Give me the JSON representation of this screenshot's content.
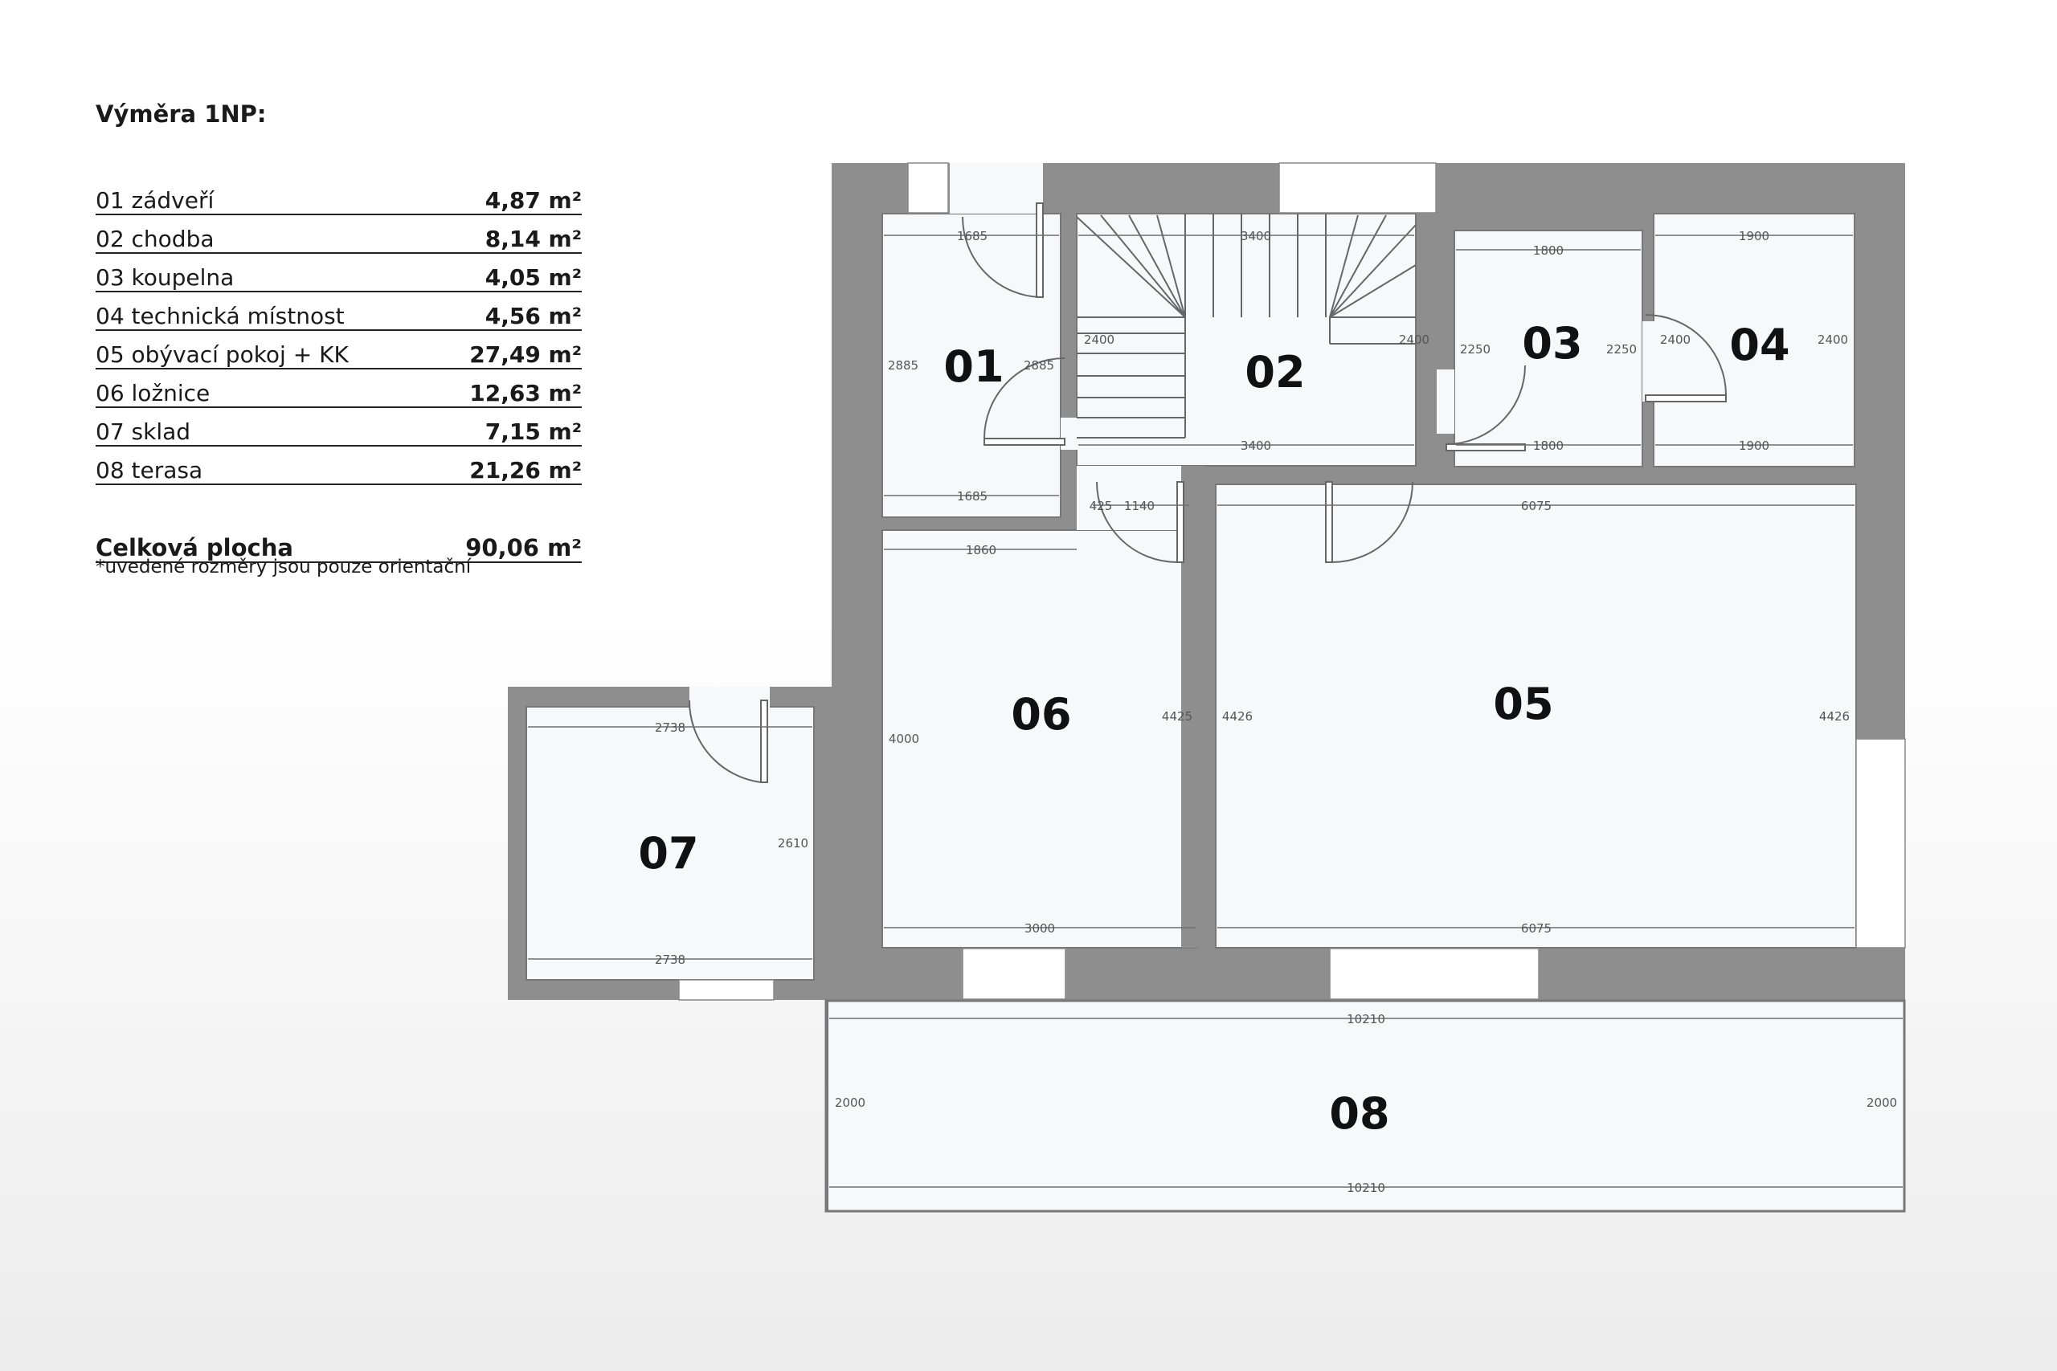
{
  "legend": {
    "title": "Výměra 1NP:",
    "rooms": [
      {
        "name": "01 zádveří",
        "area": "4,87 m²"
      },
      {
        "name": "02 chodba",
        "area": "8,14 m²"
      },
      {
        "name": "03 koupelna",
        "area": "4,05 m²"
      },
      {
        "name": "04 technická místnost",
        "area": "4,56 m²"
      },
      {
        "name": "05 obývací pokoj + KK",
        "area": "27,49 m²"
      },
      {
        "name": "06 ložnice",
        "area": "12,63 m²"
      },
      {
        "name": "07 sklad",
        "area": "7,15 m²"
      },
      {
        "name": "08 terasa",
        "area": "21,26 m²"
      }
    ],
    "total_label": "Celková plocha",
    "total_value": "90,06 m²",
    "note": "*uvedené rozměry jsou pouze orientační"
  },
  "plan": {
    "room_labels": {
      "r01": "01",
      "r02": "02",
      "r03": "03",
      "r04": "04",
      "r05": "05",
      "r06": "06",
      "r07": "07",
      "r08": "08"
    },
    "dimensions": {
      "d01_top": "1685",
      "d01_bottom": "1685",
      "d01_left": "2885",
      "d01_right": "2885",
      "d02_top": "3400",
      "d02_bottom": "3400",
      "d02_left": "2400",
      "d02_right": "2400",
      "d03_top": "1800",
      "d03_bottom": "1800",
      "d03_left": "2250",
      "d03_right": "2250",
      "d04_top": "1900",
      "d04_bottom": "1900",
      "d04_left": "2400",
      "d04_right": "2400",
      "d_hall_a": "425",
      "d_hall_b": "1140",
      "d06_top": "1860",
      "d06_bottom": "3000",
      "d06_left": "4000",
      "d06_right": "4425",
      "d05_top": "6075",
      "d05_bottom": "6075",
      "d05_left": "4426",
      "d05_right": "4426",
      "d07_top": "2738",
      "d07_bottom": "2738",
      "d07_right": "2610",
      "d08_top": "10210",
      "d08_bottom": "10210",
      "d08_left": "2000",
      "d08_right": "2000"
    },
    "colors": {
      "wall": "#8e8e8f",
      "floor": "#f7f8fa",
      "line": "#6e6e6e"
    }
  }
}
